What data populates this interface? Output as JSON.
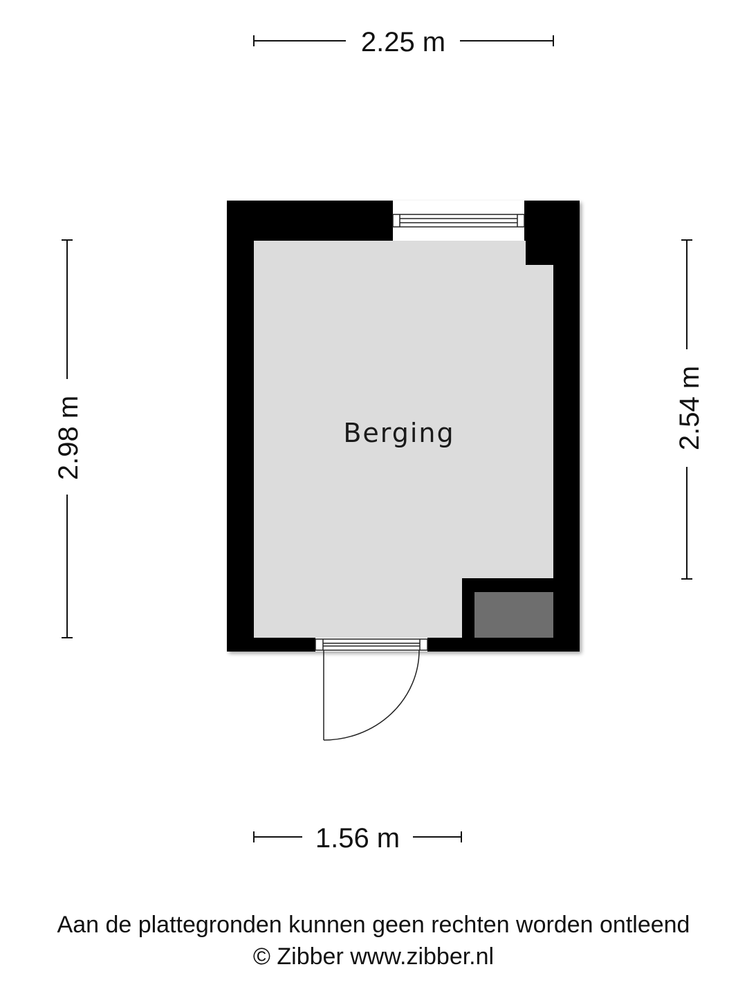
{
  "room": {
    "label": "Berging"
  },
  "dimensions": {
    "top": "2.25 m",
    "bottom": "1.56 m",
    "left": "2.98 m",
    "right": "2.54 m"
  },
  "footer": {
    "disclaimer": "Aan de plattegronden kunnen geen rechten worden ontleend",
    "copyright": "© Zibber www.zibber.nl"
  },
  "colors": {
    "wall": "#000000",
    "floor": "#dcdcdc",
    "cabinet": "#6e6e6e",
    "dimension_line": "#111111"
  }
}
